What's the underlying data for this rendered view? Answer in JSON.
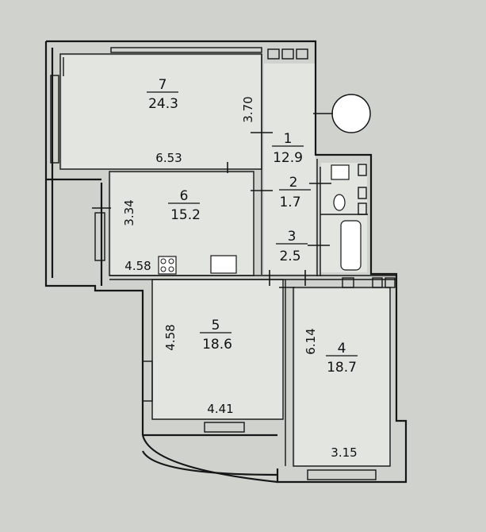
{
  "rooms": [
    {
      "number": "7",
      "area": "24.3"
    },
    {
      "number": "1",
      "area": "12.9"
    },
    {
      "number": "2",
      "area": "1.7"
    },
    {
      "number": "6",
      "area": "15.2"
    },
    {
      "number": "3",
      "area": "2.5"
    },
    {
      "number": "5",
      "area": "18.6"
    },
    {
      "number": "4",
      "area": "18.7"
    }
  ],
  "dimensions": {
    "room7_width": "6.53",
    "room7_depth": "3.70",
    "room6_depth": "3.34",
    "room6_width": "4.58",
    "room5_depth": "4.58",
    "room5_width": "4.41",
    "room4_depth": "6.14",
    "room4_width": "3.15"
  },
  "colors": {
    "paper": "#cfd2cd",
    "room_fill": "#e3e5e0",
    "wall": "#161616"
  }
}
